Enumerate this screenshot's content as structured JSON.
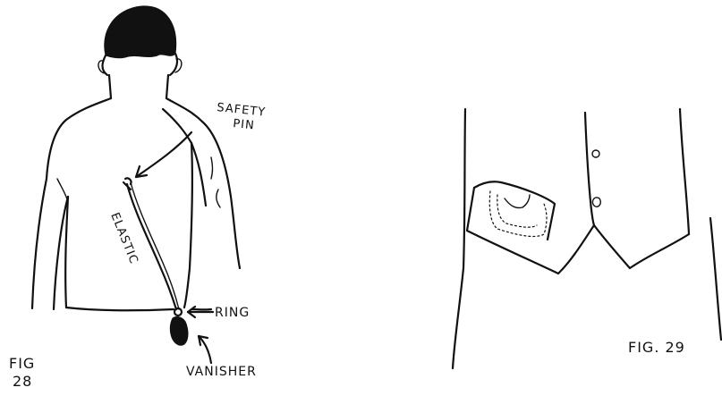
{
  "figure_28": {
    "caption_line1": "FIG",
    "caption_line2": "28",
    "labels": {
      "safety_pin_line1": "SAFETY",
      "safety_pin_line2": "PIN",
      "elastic": "ELASTIC",
      "ring": "RING",
      "vanisher": "VANISHER"
    }
  },
  "figure_29": {
    "caption": "FIG. 29"
  },
  "colors": {
    "ink": "#111111",
    "paper": "#ffffff"
  }
}
